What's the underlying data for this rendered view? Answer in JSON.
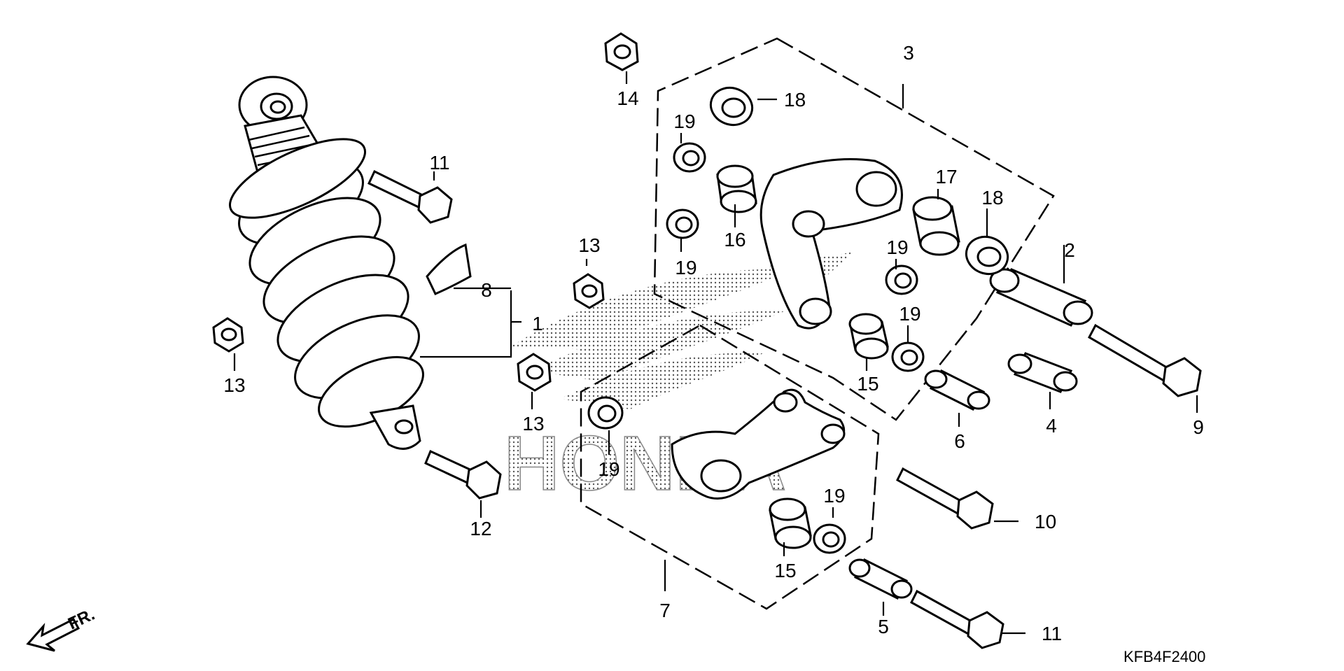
{
  "diagram": {
    "code": "KFB4F2400",
    "front_label": "FR.",
    "watermark": "HONDA",
    "callouts": [
      {
        "id": "c1",
        "text": "1"
      },
      {
        "id": "c2",
        "text": "2"
      },
      {
        "id": "c3",
        "text": "3"
      },
      {
        "id": "c4",
        "text": "4"
      },
      {
        "id": "c5",
        "text": "5"
      },
      {
        "id": "c6",
        "text": "6"
      },
      {
        "id": "c7",
        "text": "7"
      },
      {
        "id": "c8",
        "text": "8"
      },
      {
        "id": "c9",
        "text": "9"
      },
      {
        "id": "c10",
        "text": "10"
      },
      {
        "id": "c11a",
        "text": "11"
      },
      {
        "id": "c11b",
        "text": "11"
      },
      {
        "id": "c12",
        "text": "12"
      },
      {
        "id": "c13a",
        "text": "13"
      },
      {
        "id": "c13b",
        "text": "13"
      },
      {
        "id": "c13c",
        "text": "13"
      },
      {
        "id": "c14",
        "text": "14"
      },
      {
        "id": "c15a",
        "text": "15"
      },
      {
        "id": "c15b",
        "text": "15"
      },
      {
        "id": "c16",
        "text": "16"
      },
      {
        "id": "c17",
        "text": "17"
      },
      {
        "id": "c18a",
        "text": "18"
      },
      {
        "id": "c18b",
        "text": "18"
      },
      {
        "id": "c19a",
        "text": "19"
      },
      {
        "id": "c19b",
        "text": "19"
      },
      {
        "id": "c19c",
        "text": "19"
      },
      {
        "id": "c19d",
        "text": "19"
      },
      {
        "id": "c19e",
        "text": "19"
      },
      {
        "id": "c19f",
        "text": "19"
      }
    ]
  }
}
